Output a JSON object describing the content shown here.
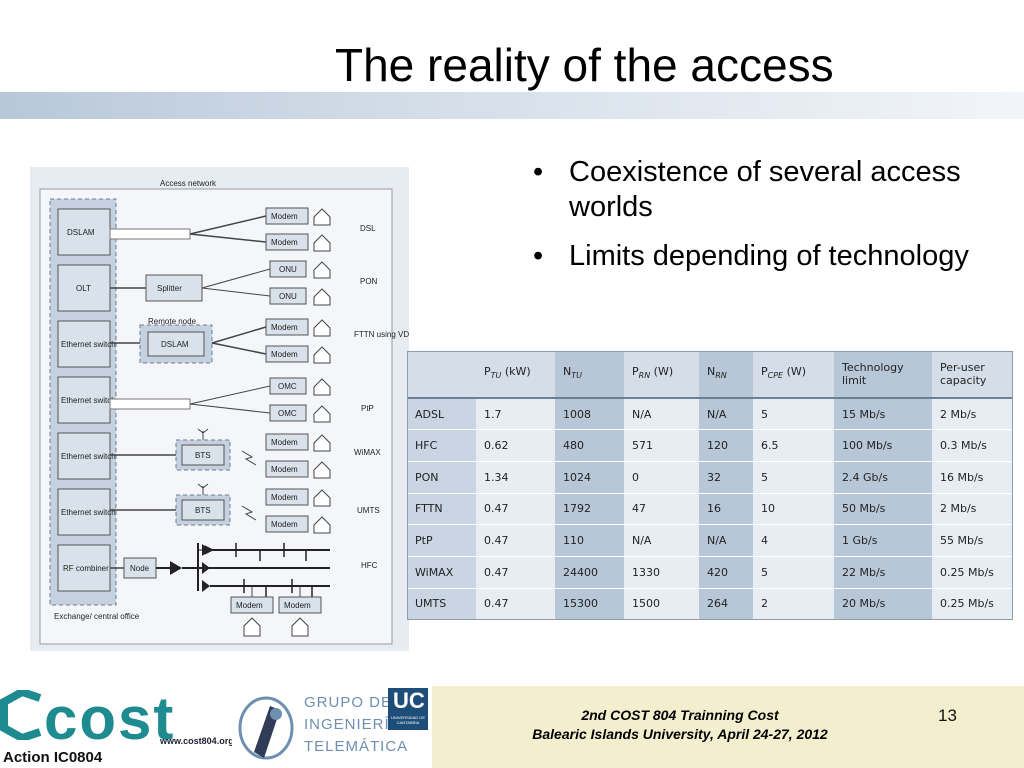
{
  "title": "The reality of the access",
  "bullets": [
    "Coexistence of several access worlds",
    "Limits depending of technology"
  ],
  "diagram": {
    "header": "Access network",
    "left_boxes": [
      "DSLAM",
      "OLT",
      "Ethernet switch",
      "Ethernet switch",
      "Ethernet switch",
      "Ethernet switch",
      "RF combiner"
    ],
    "exchange_label": "Exchange/ central office",
    "splitter": "Splitter",
    "remote_node": "Remote node",
    "remote_dslam": "DSLAM",
    "bts": "BTS",
    "node": "Node",
    "end_devices": {
      "modem": "Modem",
      "onu": "ONU",
      "omc": "OMC"
    },
    "tech_labels": [
      "DSL",
      "PON",
      "FTTN using VDSL",
      "PtP",
      "WiMAX",
      "UMTS",
      "HFC"
    ]
  },
  "table": {
    "headers": [
      "",
      "P_TU (kW)",
      "N_TU",
      "P_RN (W)",
      "N_RN",
      "P_CPE (W)",
      "Technology limit",
      "Per-user capacity"
    ],
    "rows": [
      [
        "ADSL",
        "1.7",
        "1008",
        "N/A",
        "N/A",
        "5",
        "15 Mb/s",
        "2 Mb/s"
      ],
      [
        "HFC",
        "0.62",
        "480",
        "571",
        "120",
        "6.5",
        "100 Mb/s",
        "0.3 Mb/s"
      ],
      [
        "PON",
        "1.34",
        "1024",
        "0",
        "32",
        "5",
        "2.4 Gb/s",
        "16 Mb/s"
      ],
      [
        "FTTN",
        "0.47",
        "1792",
        "47",
        "16",
        "10",
        "50 Mb/s",
        "2 Mb/s"
      ],
      [
        "PtP",
        "0.47",
        "110",
        "N/A",
        "N/A",
        "4",
        "1 Gb/s",
        "55 Mb/s"
      ],
      [
        "WiMAX",
        "0.47",
        "24400",
        "1330",
        "420",
        "5",
        "22 Mb/s",
        "0.25 Mb/s"
      ],
      [
        "UMTS",
        "0.47",
        "15300",
        "1500",
        "264",
        "2",
        "20 Mb/s",
        "0.25 Mb/s"
      ]
    ]
  },
  "footer": {
    "cost_word": "cost",
    "cost_url": "www.cost804.org",
    "action": "Action IC0804",
    "group_lines": [
      "GRUPO DE",
      "INGENIERÍA",
      "TELEMÁTICA"
    ],
    "uc_letters": "UC",
    "uc_small": "UNIVERSIDAD DE CANTABRIA",
    "line1": "2nd  COST 804 Trainning Cost",
    "line2": "Balearic Islands University, April 24-27, 2012",
    "page_number": "13"
  },
  "colors": {
    "cost_teal": "#1d8b8f",
    "group_blue": "#6e8fb0",
    "uc_blue": "#1d4e7a",
    "footer_band": "#f3efce"
  }
}
